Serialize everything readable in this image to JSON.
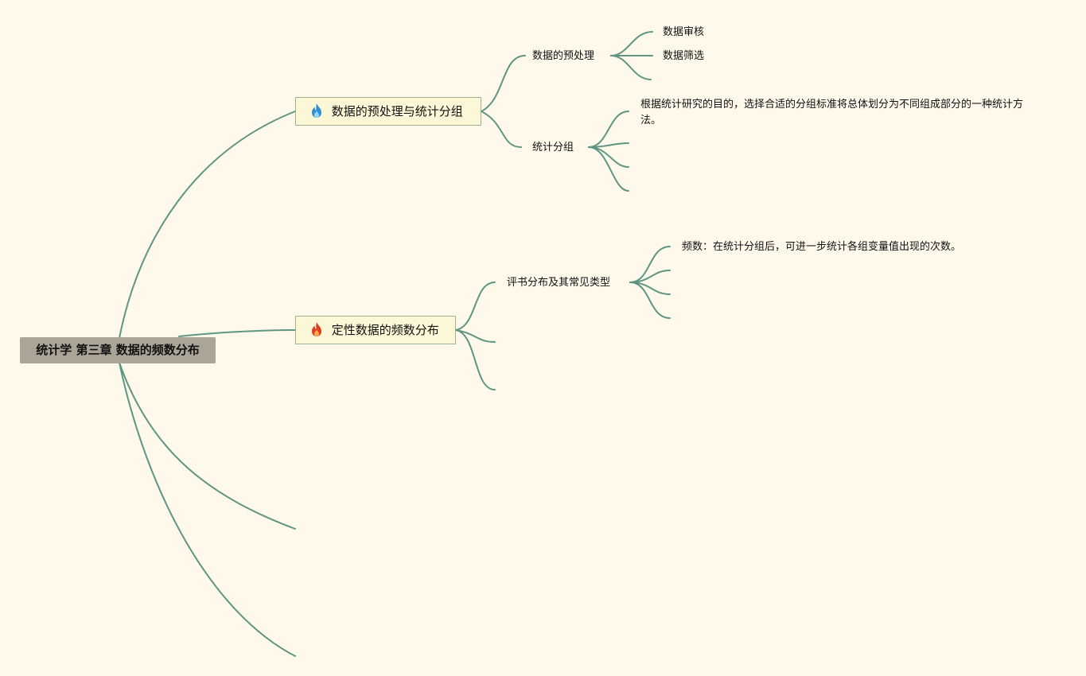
{
  "root": {
    "label": "统计学 第三章 数据的频数分布"
  },
  "branches": [
    {
      "label": "数据的预处理与统计分组",
      "icon": "blue-flame-icon",
      "icon_color": "#2f8fd8",
      "children": [
        {
          "label": "数据的预处理",
          "children": [
            "数据审核",
            "数据筛选",
            ""
          ]
        },
        {
          "label": "统计分组",
          "children": [
            "根据统计研究的目的，选择合适的分组标准将总体划分为不同组成部分的一种统计方法。",
            "",
            "",
            ""
          ]
        }
      ]
    },
    {
      "label": "定性数据的频数分布",
      "icon": "red-flame-icon",
      "icon_color": "#e23b1f",
      "children": [
        {
          "label": "评书分布及其常见类型",
          "children": [
            "频数：在统计分组后，可进一步统计各组变量值出现的次数。",
            "",
            "",
            ""
          ]
        },
        {
          "label": "",
          "children": []
        },
        {
          "label": "",
          "children": []
        }
      ]
    },
    {
      "label": "",
      "children": []
    },
    {
      "label": "",
      "children": []
    }
  ],
  "colors": {
    "background": "#fff9ec",
    "line": "#5f9583",
    "root_fill": "#aaa597",
    "topic_fill": "#fcf7d6",
    "topic_border": "#9db48e"
  }
}
